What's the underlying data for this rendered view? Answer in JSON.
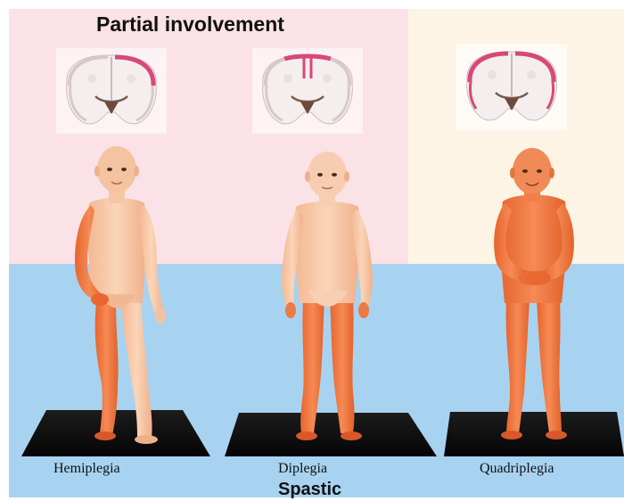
{
  "header": {
    "title": "Partial involvement"
  },
  "panels": [
    {
      "caption": "Hemiplegia"
    },
    {
      "caption": "Diplegia"
    },
    {
      "caption": "Quadriplegia"
    }
  ],
  "footer": {
    "title": "Spastic"
  },
  "colors": {
    "affected": "#f07a45",
    "unaffected": "#f8c9a6",
    "cortex_highlight": "#d8487a",
    "background_pink": "#fbe2e6",
    "background_cream": "#fdf4e5",
    "background_blue": "#a8d3f0"
  }
}
